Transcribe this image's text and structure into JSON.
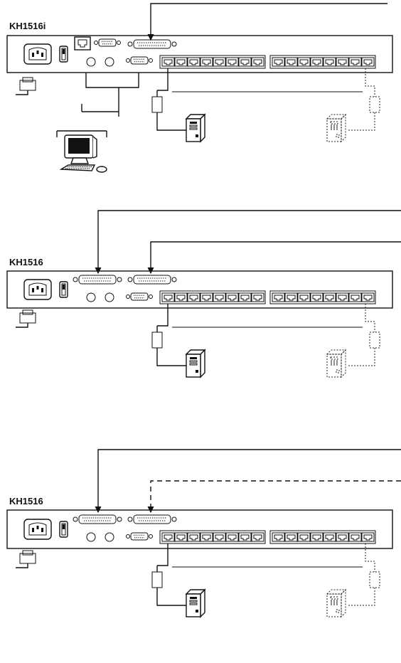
{
  "units": [
    {
      "model": "KH1516i"
    },
    {
      "model": "KH1516"
    },
    {
      "model": "KH1516"
    }
  ]
}
